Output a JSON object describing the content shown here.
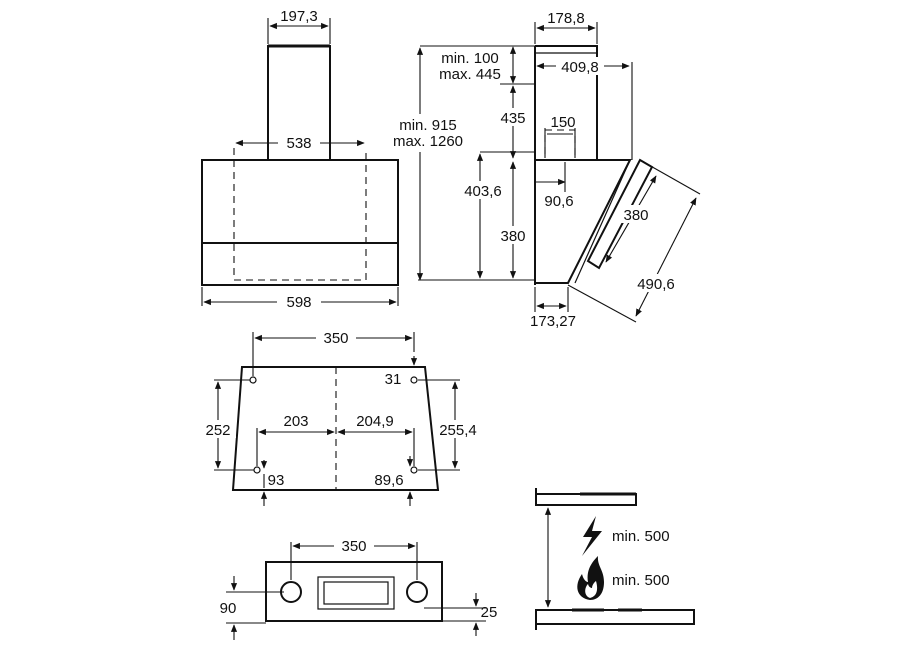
{
  "front_view": {
    "chimney_width": "197,3",
    "inner_width": "538",
    "overall_width": "598"
  },
  "side_view": {
    "depth_top": "178,8",
    "height_range": {
      "min_label": "min. 100",
      "max_label": "max. 445"
    },
    "projection": "409,8",
    "total_height": {
      "min_label": "min. 915",
      "max_label": "max. 1260"
    },
    "h_435": "435",
    "outlet_150": "150",
    "h_403_6": "403,6",
    "outlet_90_6": "90,6",
    "h_380_left": "380",
    "panel_380": "380",
    "panel_490_6": "490,6",
    "base_173_27": "173,27"
  },
  "mounting_plate": {
    "top_holes": "350",
    "top_offset": "31",
    "left_height": "252",
    "right_height": "255,4",
    "left_half": "203",
    "right_half": "204,9",
    "bottom_left": "93",
    "bottom_right": "89,6"
  },
  "top_view": {
    "holes_spacing": "350",
    "left_depth": "90",
    "right_depth": "25"
  },
  "clearance": {
    "electric_label": "min. 500",
    "gas_label": "min. 500"
  }
}
